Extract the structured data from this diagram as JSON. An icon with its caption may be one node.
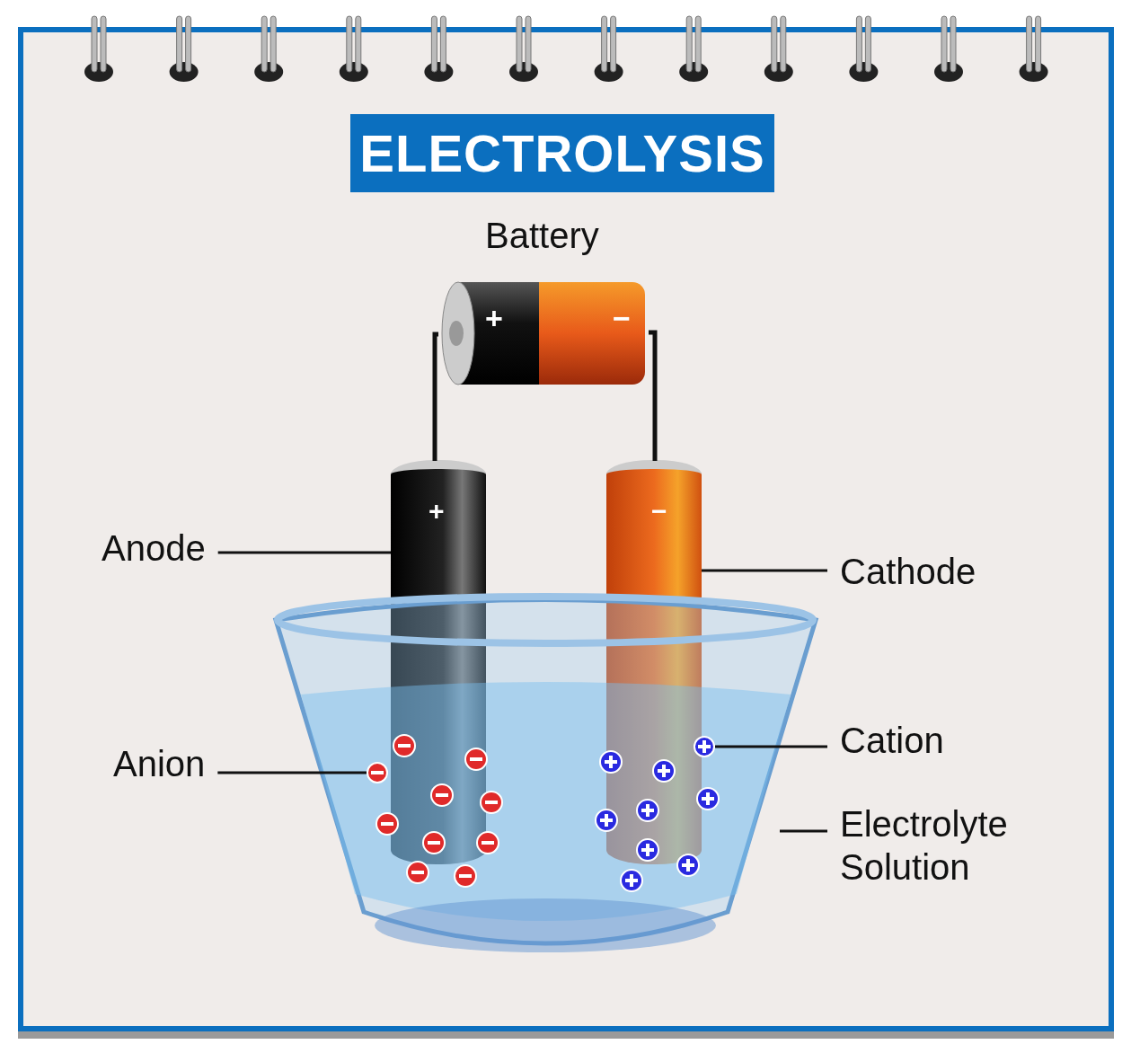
{
  "diagram": {
    "title": "ELECTROLYSIS",
    "nodes": [
      {
        "text": [
          "Battery",
          "+",
          "−"
        ]
      },
      {
        "text": [
          "+"
        ]
      },
      {
        "text": [
          "−"
        ]
      },
      {
        "text": [],
        "shape": "picture"
      },
      {
        "text": [],
        "shape": "circle",
        "in": 3
      },
      {
        "text": [],
        "shape": "circle",
        "in": 3
      },
      {
        "text": [
          "Anode"
        ]
      },
      {
        "text": [
          "Cathode"
        ]
      },
      {
        "text": [
          "Anion"
        ]
      },
      {
        "text": [
          "Cation"
        ]
      },
      {
        "text": [
          "Electrolyte Solution"
        ]
      }
    ],
    "edges": [
      {
        "from": 0,
        "to": 1,
        "arrow": "none"
      },
      {
        "from": 0,
        "to": 2,
        "arrow": "none"
      },
      {
        "from": 6,
        "to": 1,
        "arrow": "none"
      },
      {
        "from": 7,
        "to": 2,
        "arrow": "none"
      },
      {
        "from": 8,
        "to": 4,
        "arrow": "none"
      },
      {
        "from": 9,
        "to": 5,
        "arrow": "none"
      },
      {
        "from": 10,
        "to": 3,
        "arrow": "none"
      }
    ]
  }
}
